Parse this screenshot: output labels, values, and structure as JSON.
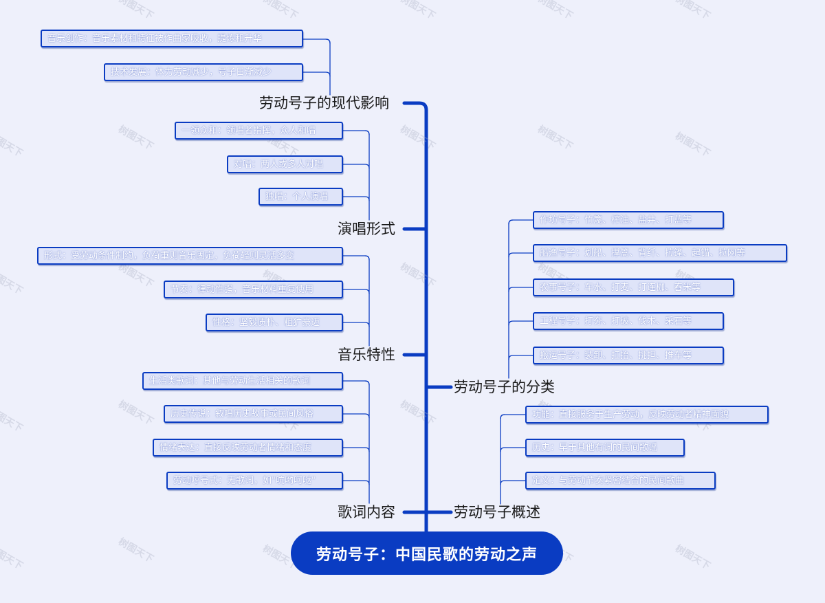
{
  "root": {
    "label": "劳动号子：中国民歌的劳动之声"
  },
  "branches": [
    {
      "label": "劳动号子的现代影响",
      "items": [
        "音乐创作：音乐素材和特征被作曲家吸收，提炼和升华",
        "技术发展：体力劳动减少，号子日渐减少"
      ]
    },
    {
      "label": "演唱形式",
      "items": [
        "一领众和：领唱者指挥，众人和唱",
        "对唱：两人或多人对唱",
        "独唱：个人演唱"
      ]
    },
    {
      "label": "音乐特性",
      "items": [
        "形式：受劳动条件制约，负荷重则音乐固定，负荷轻则灵活多变",
        "节奏：律动性强，音乐材料重复使用",
        "性格：坚毅质朴、粗犷豪迈"
      ]
    },
    {
      "label": "歌词内容",
      "items": [
        "生活类歌词：其他与劳动生活相关的歌词",
        "历史传说：叙唱历史故事或民间风俗",
        "情绪表达：直接反映劳动者情绪和态度",
        "劳动呼号式：无歌词，如\"吭哟呵哒\""
      ]
    },
    {
      "label": "劳动号子的分类",
      "items": [
        "作坊号子：竹篾、榨油、盐井、打蓝等",
        "船渔号子：划船、撑篙、背纤、拉篷、起锚、拉网等",
        "农事号子：车水、打麦、打连枷、舂米等",
        "工程号子：打夯、打破、伐木、采石等",
        "搬运号子：装卸、扛抬、挑担、推车等"
      ]
    },
    {
      "label": "劳动号子概述",
      "items": [
        "功能：直接服务于生产劳动，反映劳动者精神面貌",
        "历史：早于其他有词的民间歌谣",
        "定义：与劳动节奏紧密结合的民间歌曲"
      ]
    }
  ],
  "watermark": "树图天下",
  "colors": {
    "accent": "#0a3cc2",
    "background": "#eef0fb"
  }
}
